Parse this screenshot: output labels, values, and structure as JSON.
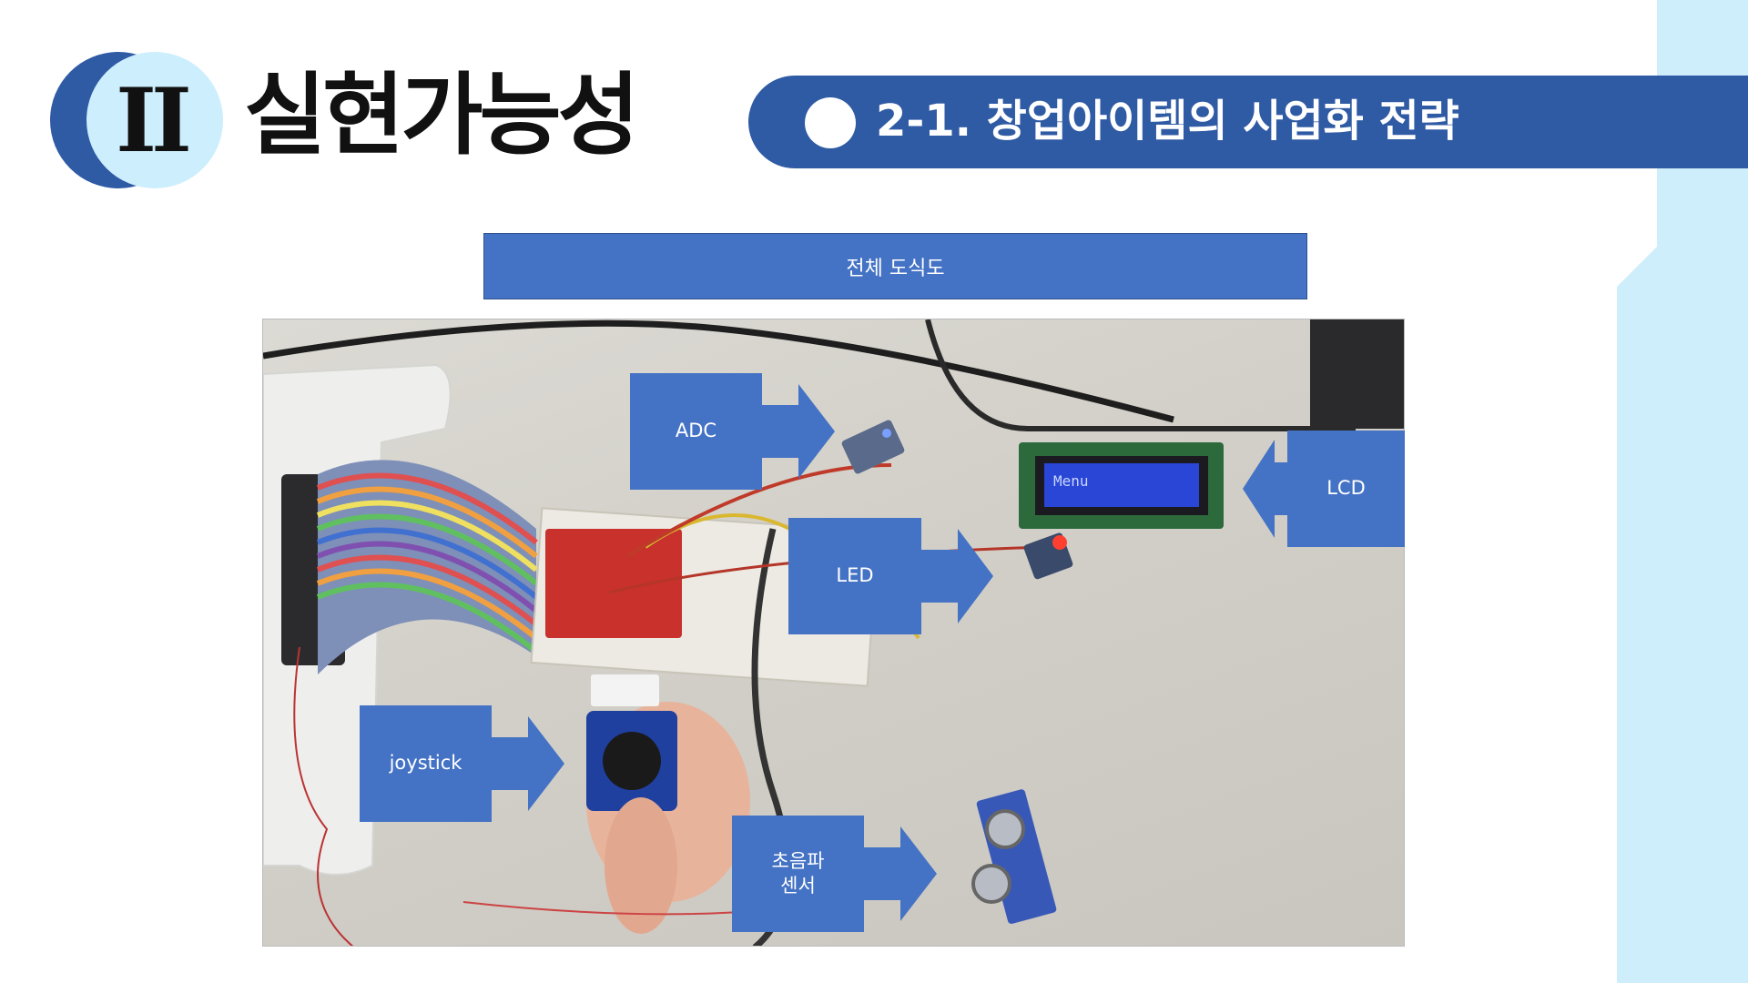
{
  "section": {
    "number": "II",
    "title": "실현가능성"
  },
  "header": {
    "title": "2-1. 창업아이템의 사업화 전략"
  },
  "caption": "전체 도식도",
  "callouts": {
    "adc": "ADC",
    "lcd": "LCD",
    "led": "LED",
    "joystick": "joystick",
    "ultrasonic": "초음파\n센서"
  },
  "photo": {
    "lcd_screen_text": "Menu"
  },
  "colors": {
    "accent": "#2f5aa4",
    "callout": "#4472c4",
    "panel": "#cfeefb"
  }
}
